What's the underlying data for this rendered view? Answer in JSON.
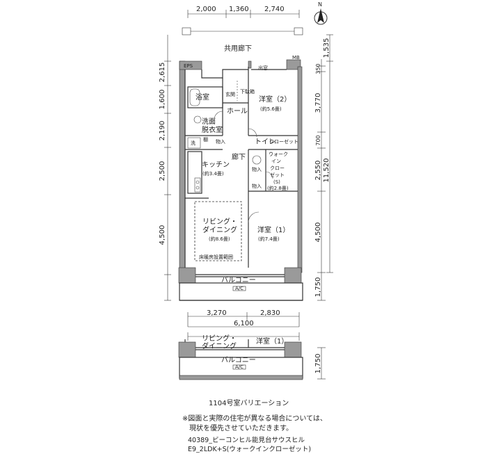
{
  "dims_top": [
    "2,000",
    "1,360",
    "2,740"
  ],
  "dims_bottom": [
    "3,270",
    "2,830"
  ],
  "dims_bottom_total": "6,100",
  "dims_left": [
    "2,615",
    "1,600",
    "2,190",
    "2,500",
    "4,500",
    "1,750"
  ],
  "dims_right_inner": [
    "350",
    "3,770",
    "700",
    "2,550",
    "4,500",
    "1,750"
  ],
  "dims_right_outer_top": "1,535",
  "dims_right_outer_total": "11,520",
  "dims_variation_right": "1,750",
  "compass": "N",
  "labels": {
    "corridor": "共用廊下",
    "mb": "MB",
    "eps": "EPS",
    "bay_window": "出窓",
    "bath": "浴室",
    "entrance": "玄関",
    "shoe_storage": "下駄箱",
    "hall": "ホール",
    "washroom_1": "洗面",
    "washroom_2": "脱衣室",
    "washer": "洗",
    "towel": "棚",
    "storage": "物入",
    "bedroom2": "洋室（2）",
    "bedroom2_size": "(約5.6畳)",
    "toilet": "トイレ",
    "closet": "クローゼット",
    "wic_1": "ウォーク",
    "wic_2": "イン",
    "wic_3": "クロー",
    "wic_4": "ゼット",
    "wic_5": "(S)",
    "wic_size": "(約2.8畳)",
    "hallway": "廊下",
    "kitchen": "キッチン",
    "kitchen_size": "(約3.4畳)",
    "living_1": "リビング・",
    "living_2": "ダイニング",
    "living_size": "(約8.6畳)",
    "floor_heating": "床暖房設置範囲",
    "bedroom1": "洋室（1）",
    "bedroom1_size": "(約7.4畳)",
    "balcony": "バルコニー",
    "ac": "A/C"
  },
  "variation": {
    "living_1": "リビング・",
    "living_2": "ダイニング",
    "bedroom1": "洋室（1）",
    "balcony": "バルコニー",
    "ac": "A/C",
    "caption": "1104号室バリエーション"
  },
  "notes": [
    "※図面と実際の住宅が異なる場合については、",
    "　現状を優先させていただきます。"
  ],
  "info": [
    "40389_ビーコンヒル能見台サウスヒル",
    "E9_2LDK+S(ウォークインクローゼット)"
  ]
}
